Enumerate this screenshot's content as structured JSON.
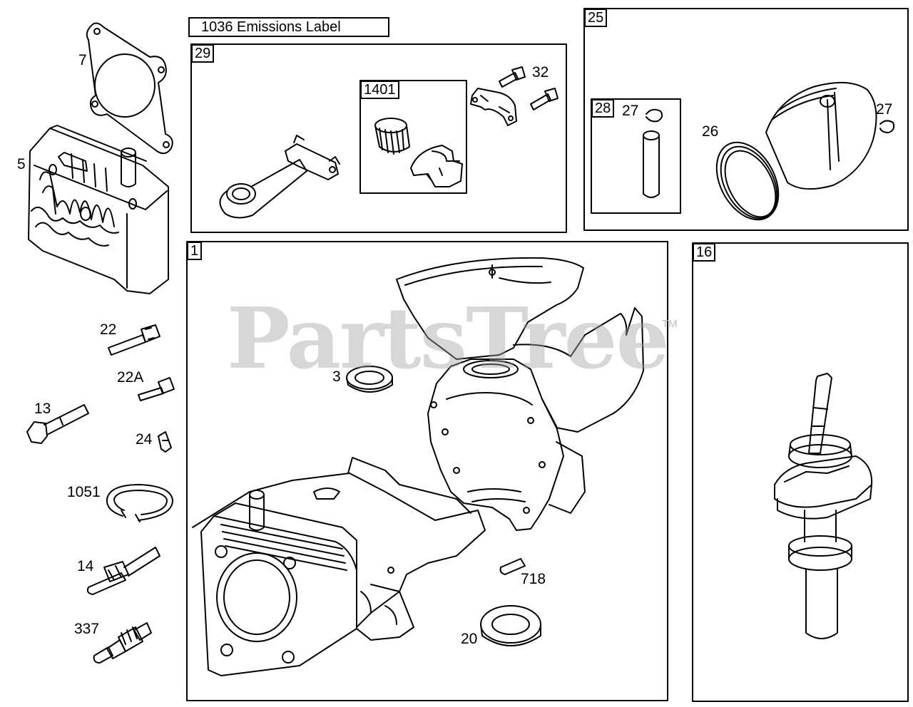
{
  "watermark": {
    "text": "PartsTree",
    "mark": "TM"
  },
  "emissions_label": "1036 Emissions Label",
  "boxes": {
    "conn_rod": "29",
    "bearing_kit": "1401",
    "piston_assy": "25",
    "piston_pin": "28",
    "cylinder": "1",
    "crankshaft": "16"
  },
  "callouts": {
    "gasket": "7",
    "head": "5",
    "screw_22": "22",
    "screw_22a": "22A",
    "bolt_13": "13",
    "key_24": "24",
    "ring_1051": "1051",
    "fitting_14": "14",
    "plug_337": "337",
    "seal_3": "3",
    "pin_718": "718",
    "seal_20": "20",
    "bolt_32": "32",
    "clip_27_left": "27",
    "clip_27_right": "27",
    "rings_26": "26"
  }
}
